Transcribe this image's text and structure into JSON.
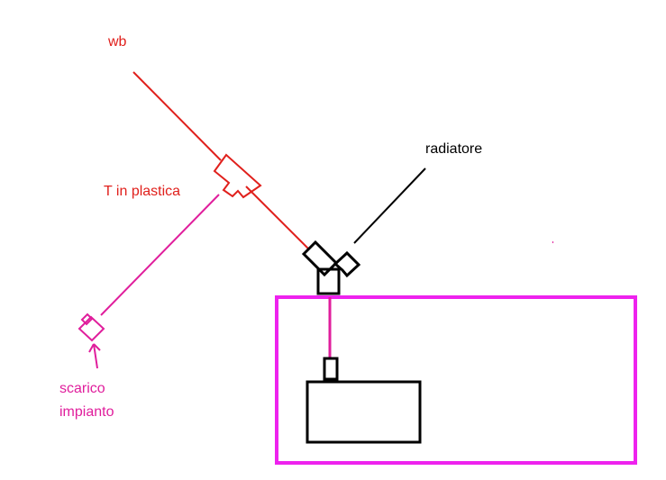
{
  "labels": {
    "wb": "wb",
    "t_in_plastica": "T in plastica",
    "radiatore": "radiatore",
    "scarico_line1": "scarico",
    "scarico_line2": "impianto"
  },
  "colors": {
    "red": "#e0201c",
    "magenta": "#e01e9c",
    "bright_magenta": "#ee22ee",
    "black": "#000000",
    "background": "#ffffff"
  }
}
